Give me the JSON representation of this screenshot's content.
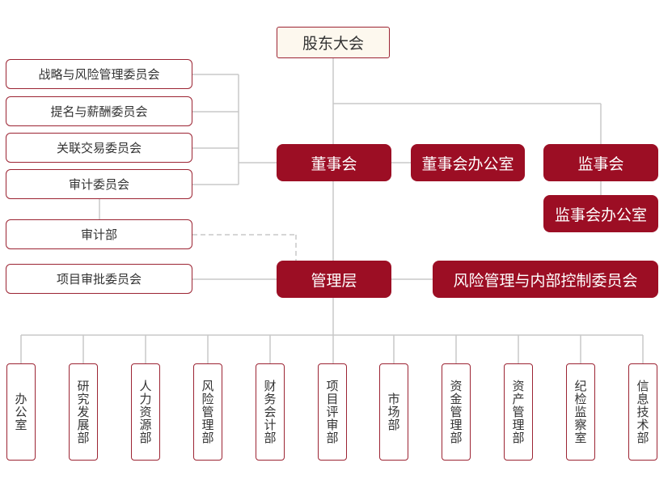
{
  "shareholders": "股东大会",
  "committees": [
    {
      "label": "战略与风险管理委员会"
    },
    {
      "label": "提名与薪酬委员会"
    },
    {
      "label": "关联交易委员会"
    },
    {
      "label": "审计委员会"
    }
  ],
  "audit_dept": "审计部",
  "project_approval": "项目审批委员会",
  "board": "董事会",
  "board_office": "董事会办公室",
  "supervisors": "监事会",
  "supervisors_office": "监事会办公室",
  "management": "管理层",
  "risk_committee": "风险管理与内部控制委员会",
  "departments": [
    {
      "label": "办公室"
    },
    {
      "label": "研究发展部"
    },
    {
      "label": "人力资源部"
    },
    {
      "label": "风险管理部"
    },
    {
      "label": "财务会计部"
    },
    {
      "label": "项目评审部"
    },
    {
      "label": "市场部"
    },
    {
      "label": "资金管理部"
    },
    {
      "label": "资产管理部"
    },
    {
      "label": "纪检监察室"
    },
    {
      "label": "信息技术部"
    }
  ],
  "colors": {
    "primary": "#9c0e24",
    "line": "#c8c8c8",
    "top_fill": "#fdf8ee"
  }
}
